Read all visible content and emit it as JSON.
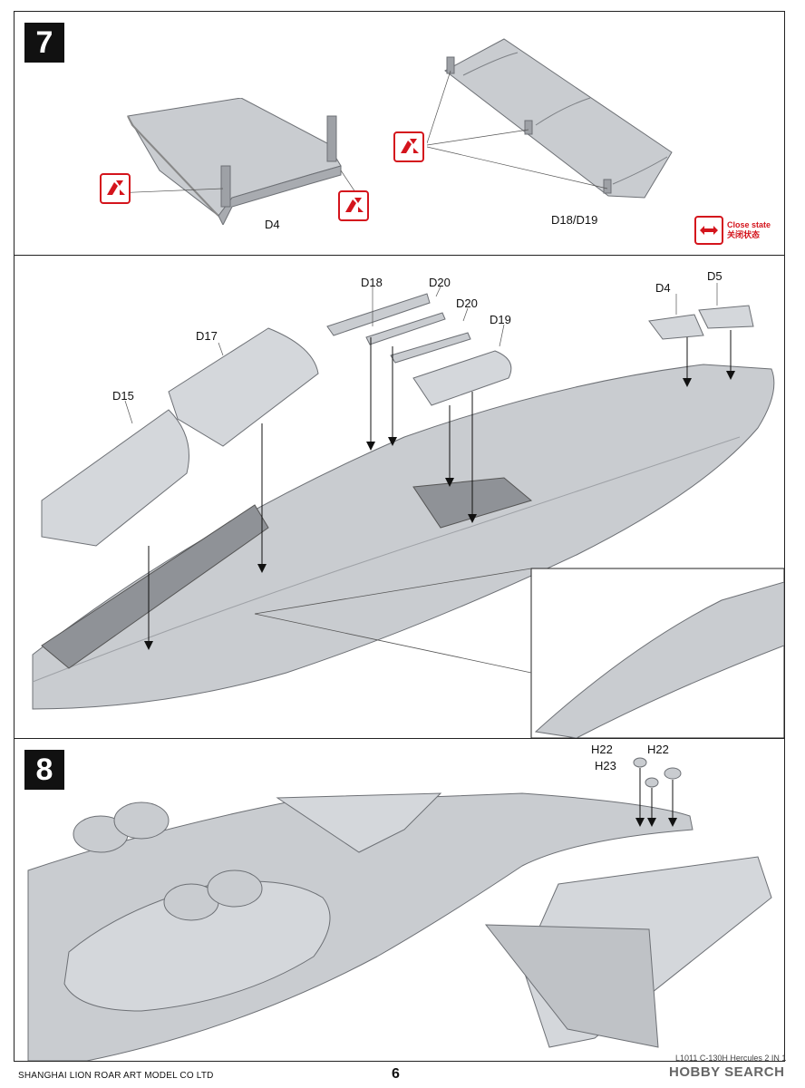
{
  "step7": {
    "number": "7",
    "parts_top": {
      "d4": "D4",
      "d18_d19": "D18/D19"
    },
    "close_state": {
      "en": "Close state",
      "zh": "关闭状态"
    },
    "callouts": {
      "d18": "D18",
      "d20a": "D20",
      "d20b": "D20",
      "d19": "D19",
      "d17": "D17",
      "d15": "D15",
      "d4": "D4",
      "d5": "D5"
    }
  },
  "step8": {
    "number": "8",
    "callouts": {
      "h22a": "H22",
      "h22b": "H22",
      "h23": "H23"
    }
  },
  "footer": {
    "company": "SHANGHAI LION ROAR ART MODEL CO LTD",
    "page": "6",
    "product": "L1011 C-130H Hercules 2 IN 1",
    "watermark": "HOBBY SEARCH"
  },
  "colors": {
    "accent_red": "#d4141c",
    "part_gray": "#c9ccd0"
  }
}
